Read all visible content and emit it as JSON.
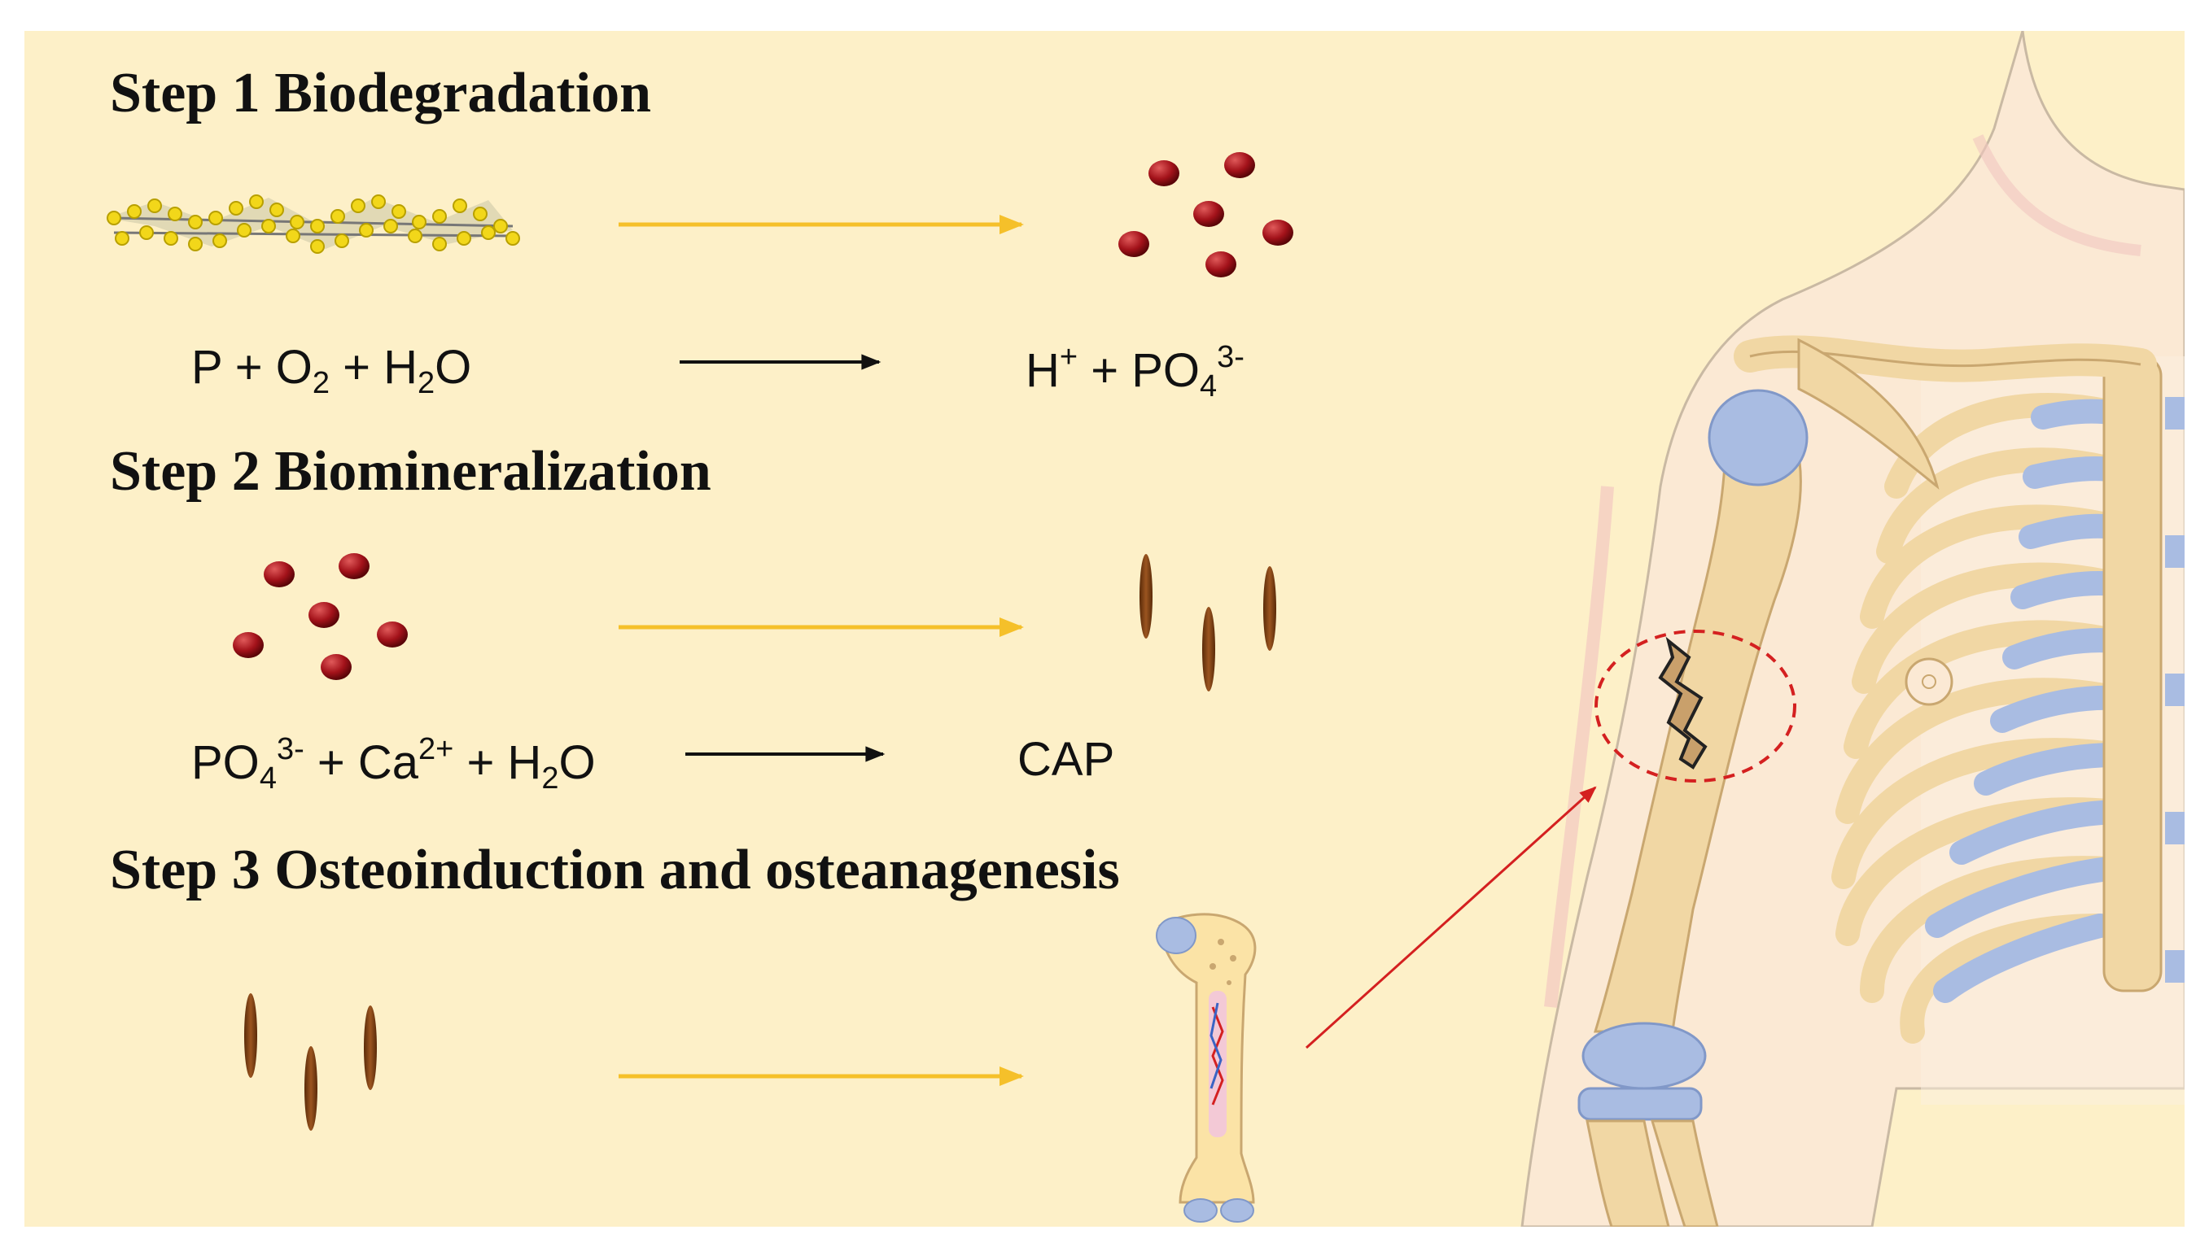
{
  "steps": [
    {
      "title": "Step 1 Biodegradation",
      "equation": {
        "lhs": [
          {
            "t": "P + O"
          },
          {
            "sub": "2"
          },
          {
            "t": " + H"
          },
          {
            "sub": "2"
          },
          {
            "t": "O"
          }
        ],
        "rhs": [
          {
            "t": "H"
          },
          {
            "sup": "+"
          },
          {
            "t": " + PO"
          },
          {
            "sub": "4"
          },
          {
            "sup": "3-"
          }
        ]
      }
    },
    {
      "title": "Step 2 Biomineralization",
      "equation": {
        "lhs": [
          {
            "t": "PO"
          },
          {
            "sub": "4"
          },
          {
            "sup": "3-"
          },
          {
            "t": " + Ca"
          },
          {
            "sup": "2+"
          },
          {
            "t": " + H"
          },
          {
            "sub": "2"
          },
          {
            "t": "O"
          }
        ],
        "rhs": [
          {
            "t": "CAP"
          }
        ]
      }
    },
    {
      "title": "Step 3 Osteoinduction and osteanagenesis"
    }
  ],
  "colors": {
    "background": "#fdf0c8",
    "arrow_yellow": "#f5c02a",
    "ion_red": "#a3121a",
    "cap_brown": "#7a3d12",
    "bone": "#fbe3a6",
    "cartilage_blue": "#aebfe0",
    "fracture_circle": "#d42020",
    "pointer_line": "#d42020"
  },
  "icons": [
    "phosphorus-sheet-icon",
    "phosphate-ion-icon",
    "cap-crystal-icon",
    "femur-bone-icon",
    "skeleton-torso-icon"
  ]
}
